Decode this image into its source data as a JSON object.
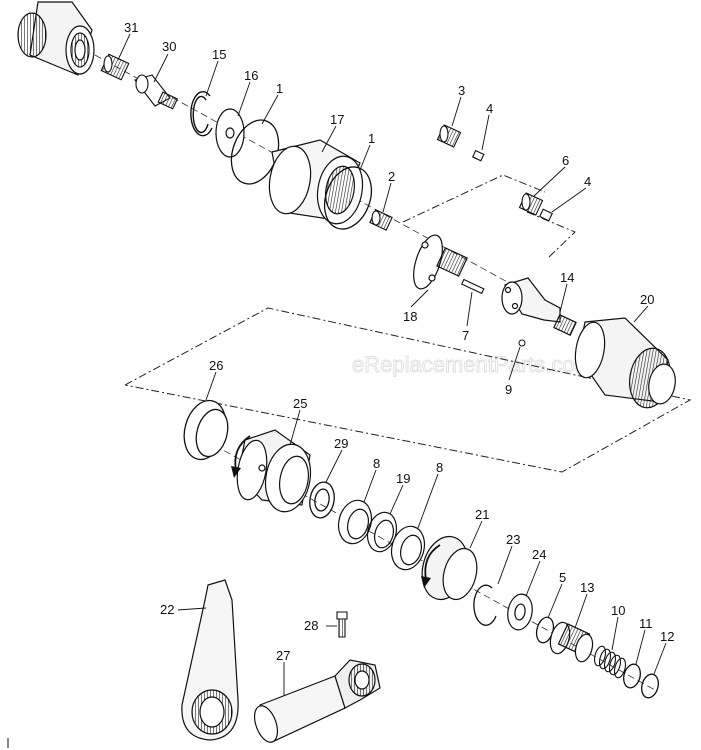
{
  "watermark": "eReplacementParts.com",
  "callouts": [
    "31",
    "30",
    "15",
    "16",
    "1",
    "17",
    "1",
    "2",
    "3",
    "4",
    "6",
    "4",
    "14",
    "20",
    "18",
    "7",
    "9",
    "26",
    "25",
    "29",
    "8",
    "19",
    "8",
    "21",
    "23",
    "24",
    "5",
    "13",
    "10",
    "11",
    "12",
    "22",
    "28",
    "27"
  ]
}
